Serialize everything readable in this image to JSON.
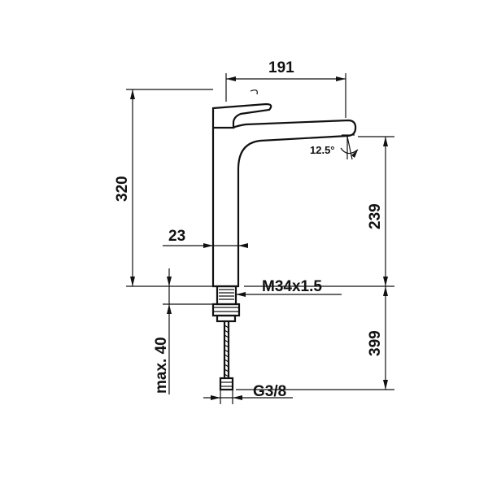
{
  "dimensions": {
    "spout_reach": "191",
    "total_height": "320",
    "spout_height": "239",
    "body_width": "23",
    "thread": "M34x1.5",
    "max_deck_thickness": "max. 40",
    "hose_length": "399",
    "connection": "G3/8",
    "spout_angle": "12.5°"
  },
  "colors": {
    "line": "#111111",
    "background": "#ffffff"
  }
}
